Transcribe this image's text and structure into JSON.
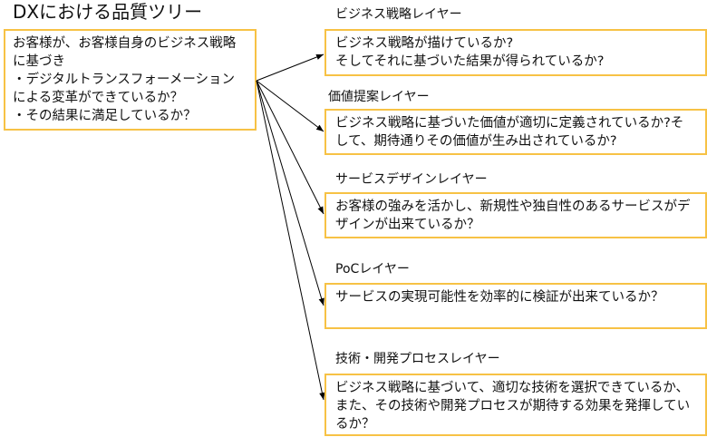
{
  "title": "DXにおける品質ツリー",
  "root": {
    "text": "お客様が、お客様自身のビジネス戦略に基づき\n・デジタルトランスフォーメーションによる変革ができているか？\n・その結果に満足しているか？"
  },
  "layers": [
    {
      "label": "ビジネス戦略レイヤー",
      "text": "ビジネス戦略が描けているか?\nそしてそれに基づいた結果が得られているか?"
    },
    {
      "label": "価値提案レイヤー",
      "text": "ビジネス戦略に基づいた価値が適切に定義されているか?そして、期待通りその価値が生み出されているか?"
    },
    {
      "label": "サービスデザインレイヤー",
      "text": "お客様の強みを活かし、新規性や独自性のあるサービスがデザインが出来ているか？"
    },
    {
      "label": "PoCレイヤー",
      "text": "サービスの実現可能性を効率的に検証が出来ているか？"
    },
    {
      "label": "技術・開発プロセスレイヤー",
      "text": "ビジネス戦略に基づいて、適切な技術を選択できているか、また、その技術や開発プロセスが期待する効果を発揮しているか？"
    }
  ],
  "colors": {
    "border": "#f7c245",
    "arrow": "#000000"
  }
}
